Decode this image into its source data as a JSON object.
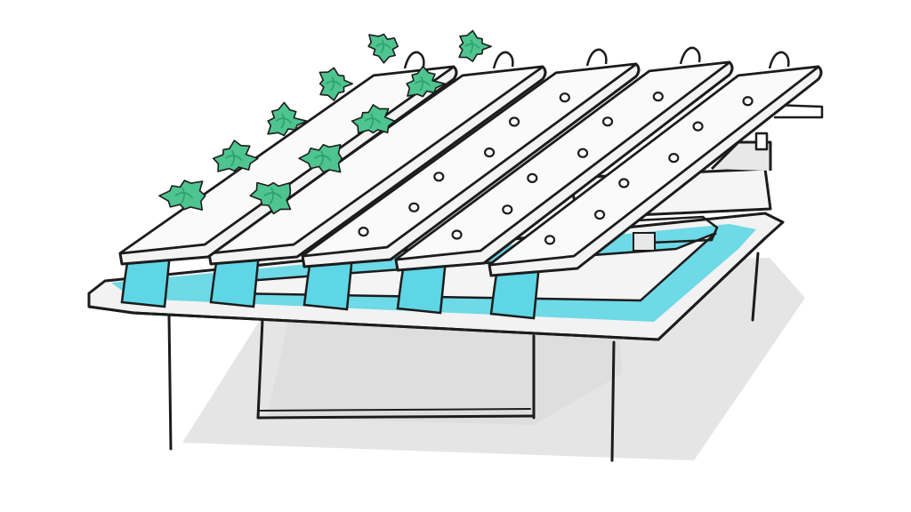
{
  "colors": {
    "ink": "#1c1c1c",
    "water": "#5fd6e6",
    "water_dark": "#3cc3d8",
    "plant": "#4ec48e",
    "plant_dark": "#2f9e6e",
    "channel": "#f3f3f3",
    "shadow": "#d6d6d6",
    "floor_shadow": "#e2e2e2"
  },
  "icons": {
    "channels": "nft-channel-icon",
    "plants": "lettuce-icon",
    "tray": "water-tray-icon",
    "stand": "table-frame-icon"
  },
  "channel_count": 5,
  "planted_channel_count": 2,
  "holes_per_channel": 6
}
